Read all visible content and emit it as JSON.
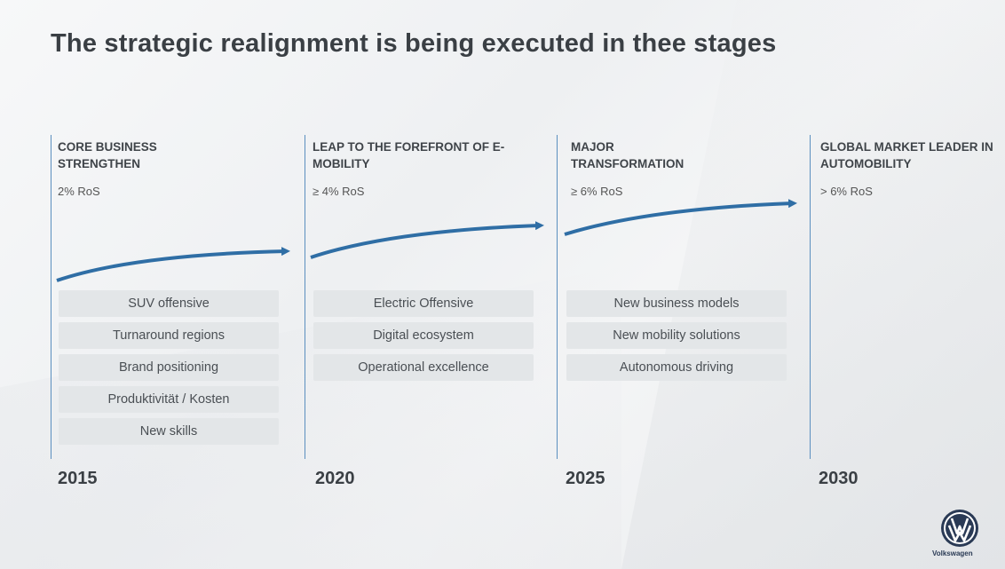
{
  "title": "The strategic realignment is being executed in thee stages",
  "stages": [
    {
      "heading": "CORE BUSINESS STRENGTHEN",
      "ros": "2% RoS",
      "year": "2015",
      "items": [
        "SUV offensive",
        "Turnaround regions",
        "Brand positioning",
        "Produktivität / Kosten",
        "New skills"
      ]
    },
    {
      "heading": "LEAP TO THE FOREFRONT OF E-MOBILITY",
      "ros": "≥ 4% RoS",
      "year": "2020",
      "items": [
        "Electric Offensive",
        "Digital ecosystem",
        "Operational excellence"
      ]
    },
    {
      "heading": "MAJOR TRANSFORMATION",
      "ros": "≥ 6% RoS",
      "year": "2025",
      "items": [
        "New business models",
        "New mobility solutions",
        "Autonomous driving"
      ]
    },
    {
      "heading": "GLOBAL MARKET LEADER IN AUTOMOBILITY",
      "ros": "> 6% RoS",
      "year": "2030",
      "items": []
    }
  ],
  "logo": {
    "text": "Volkswagen",
    "icon": "vw-logo-icon"
  },
  "colors": {
    "accent": "#2f6ea5",
    "line": "#5b8fbf",
    "box": "#e3e6e8"
  }
}
